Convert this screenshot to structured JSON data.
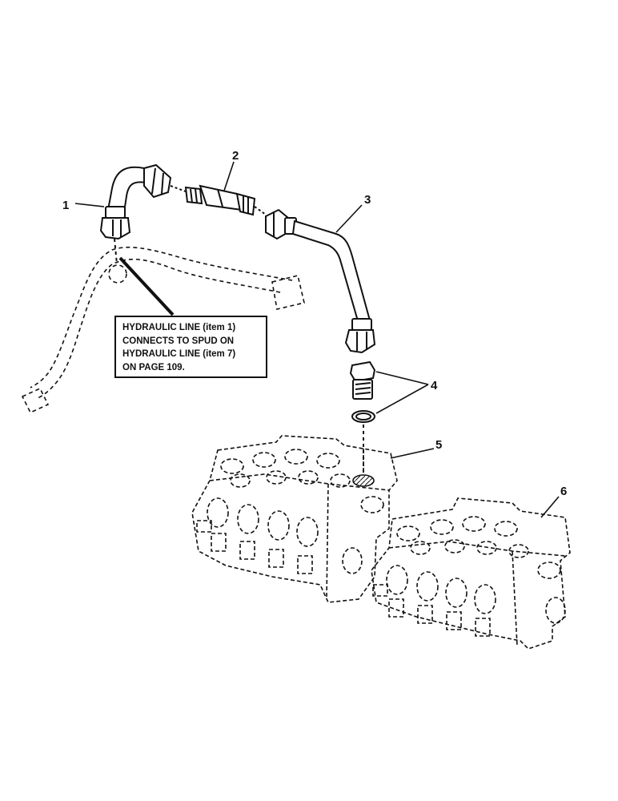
{
  "callouts": {
    "item_1": "1",
    "item_2": "2",
    "item_3": "3",
    "item_4": "4",
    "item_5": "5",
    "item_6": "6"
  },
  "note": {
    "line1": "HYDRAULIC LINE (item 1)",
    "line2": "CONNECTS TO SPUD ON",
    "line3": "HYDRAULIC LINE (item 7)",
    "line4": "ON PAGE 109."
  },
  "colors": {
    "ink": "#111111",
    "paper": "#ffffff"
  }
}
